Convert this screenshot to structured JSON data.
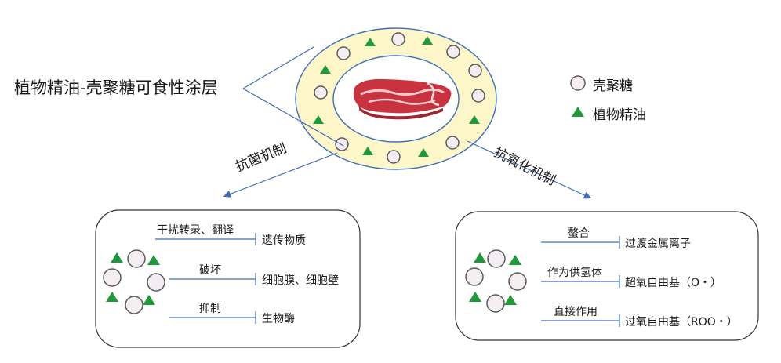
{
  "coating_title": "植物精油-壳聚糖可食性涂层",
  "legend": [
    {
      "shape": "circle",
      "label": "壳聚糖"
    },
    {
      "shape": "triangle",
      "label": "植物精油"
    }
  ],
  "mechanisms": {
    "antibacterial": {
      "label": "抗菌机制",
      "rows": [
        {
          "action": "干扰转录、翻译",
          "target": "遗传物质"
        },
        {
          "action": "破坏",
          "target": "细胞膜、细胞壁"
        },
        {
          "action": "抑制",
          "target": "生物酶"
        }
      ]
    },
    "antioxidant": {
      "label": "抗氧化机制",
      "rows": [
        {
          "action": "螯合",
          "target": "过渡金属离子"
        },
        {
          "action": "作为供氢体",
          "target": "超氧自由基（O・）"
        },
        {
          "action": "直接作用",
          "target": "过氧自由基（ROO・）"
        }
      ]
    }
  },
  "colors": {
    "ring_fill": "#fdf6c8",
    "triangle": "#1f9a3b",
    "circle_fill": "#f4eef2",
    "line_blue": "#3f6fb8",
    "meat": "#c9323f"
  }
}
